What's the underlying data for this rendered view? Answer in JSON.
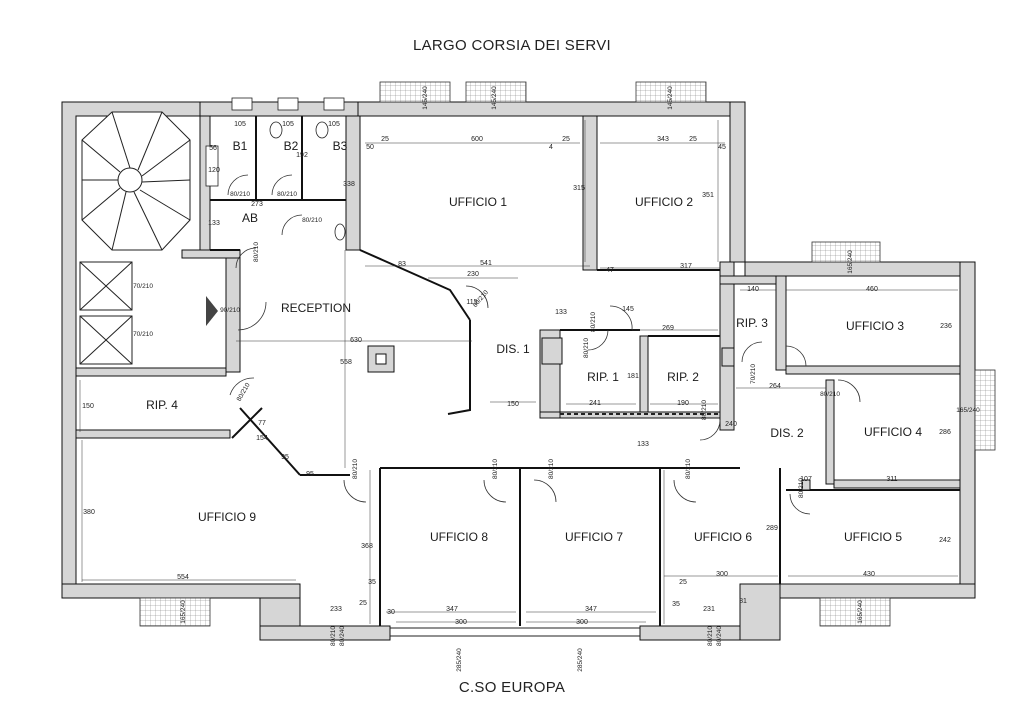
{
  "street_top": "LARGO CORSIA DEI SERVI",
  "street_bottom": "C.SO EUROPA",
  "rooms": {
    "b1": "B1",
    "b2": "B2",
    "b3": "B3",
    "ab": "AB",
    "reception": "RECEPTION",
    "ufficio1": "UFFICIO 1",
    "ufficio2": "UFFICIO 2",
    "ufficio3": "UFFICIO 3",
    "ufficio4": "UFFICIO 4",
    "ufficio5": "UFFICIO 5",
    "ufficio6": "UFFICIO 6",
    "ufficio7": "UFFICIO 7",
    "ufficio8": "UFFICIO 8",
    "ufficio9": "UFFICIO 9",
    "rip1": "RIP. 1",
    "rip2": "RIP. 2",
    "rip3": "RIP. 3",
    "rip4": "RIP. 4",
    "dis1": "DIS. 1",
    "dis2": "DIS. 2"
  },
  "dimensions": [
    "105",
    "105",
    "105",
    "600",
    "343",
    "50",
    "25",
    "25",
    "4",
    "25",
    "45",
    "56",
    "120",
    "192",
    "338",
    "273",
    "133",
    "315",
    "351",
    "83",
    "541",
    "230",
    "47",
    "317",
    "140",
    "460",
    "115",
    "133",
    "145",
    "269",
    "236",
    "630",
    "558",
    "181",
    "150",
    "241",
    "190",
    "264",
    "150",
    "77",
    "154",
    "133",
    "240",
    "286",
    "95",
    "95",
    "107",
    "311",
    "380",
    "368",
    "289",
    "242",
    "554",
    "35",
    "25",
    "300",
    "430",
    "233",
    "30",
    "347",
    "347",
    "300",
    "300",
    "25",
    "35",
    "231",
    "81"
  ],
  "doors": [
    "80/210",
    "80/210",
    "80/210",
    "80/210",
    "70/210",
    "70/210",
    "90/210",
    "80/210",
    "80/210",
    "80/210",
    "80/210",
    "70/210",
    "80/210",
    "80/210",
    "80/210",
    "80/210",
    "80/210",
    "80/210",
    "80/210",
    "80/210",
    "80/210",
    "80/240",
    "80/240"
  ],
  "windows": [
    "145/240",
    "145/240",
    "145/240",
    "165/240",
    "165/240",
    "165/240",
    "165/240",
    "285/240",
    "285/240"
  ]
}
